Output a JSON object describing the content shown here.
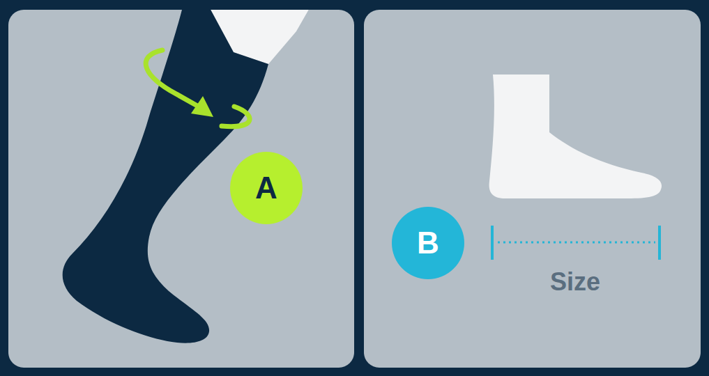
{
  "diagram": {
    "nodes": [
      {
        "text": [
          "A"
        ]
      },
      {
        "text": [
          "B"
        ]
      }
    ],
    "labels": [
      "Size"
    ]
  }
}
